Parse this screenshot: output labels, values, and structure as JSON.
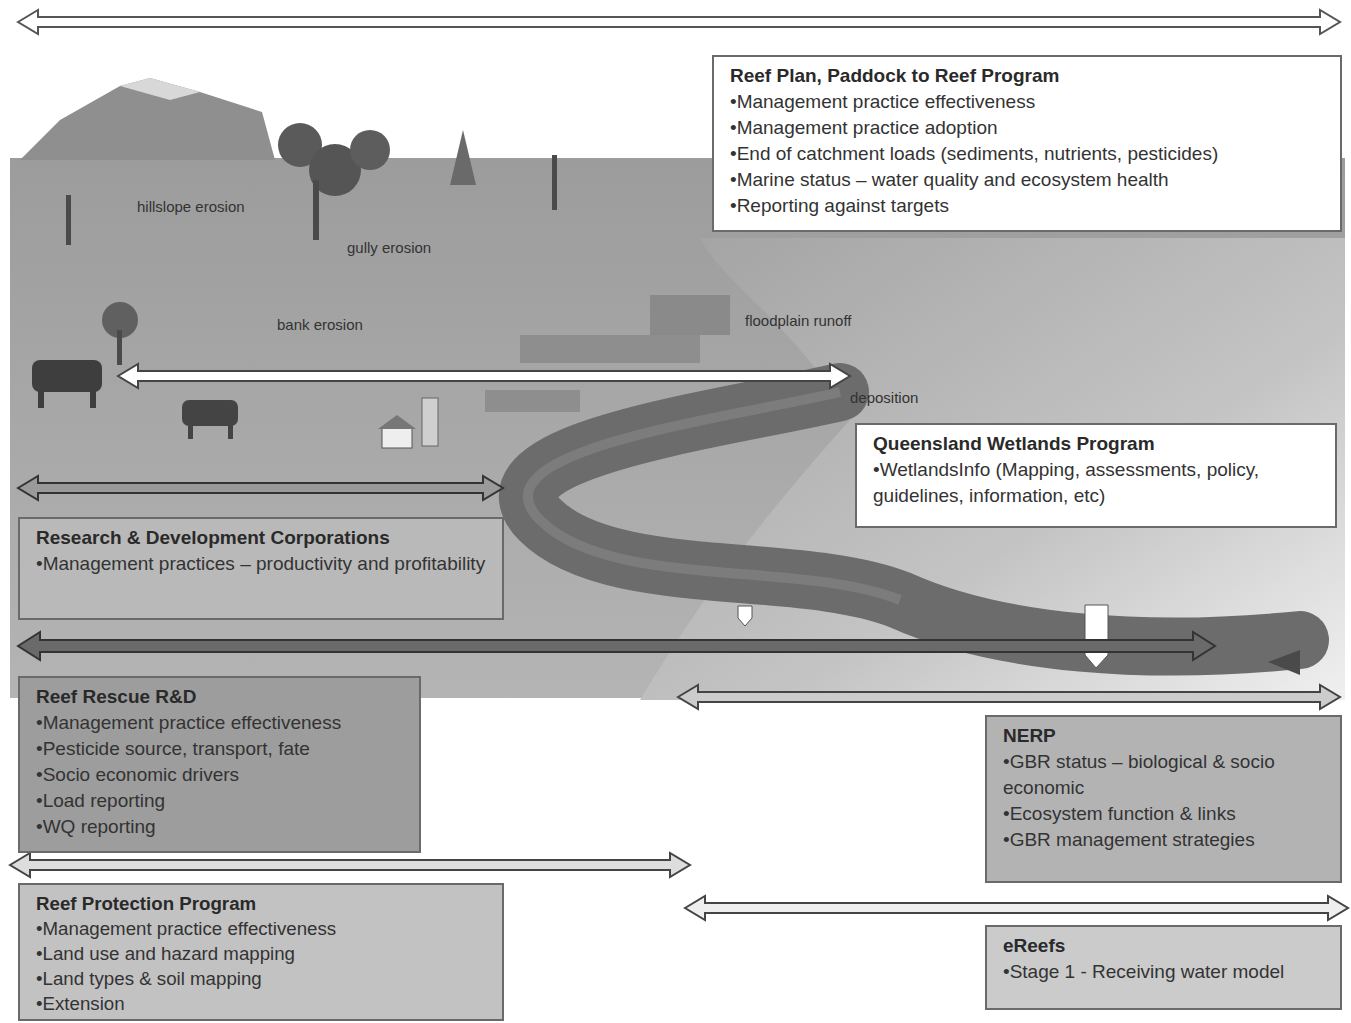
{
  "diagram": {
    "nodes": [
      {
        "text": [
          "Reef Plan, Paddock to Reef Program",
          "•Management practice effectiveness",
          "•Management practice adoption",
          "•End of catchment loads (sediments, nutrients, pesticides)",
          "•Marine status – water quality and ecosystem health",
          "•Reporting against targets"
        ]
      },
      {
        "text": [
          "Queensland Wetlands Program",
          "•WetlandsInfo (Mapping, assessments, policy, guidelines, information, etc)"
        ]
      },
      {
        "text": [
          "Research & Development Corporations",
          "•Management practices – productivity and profitability"
        ]
      },
      {
        "text": [
          "Reef Rescue R&D",
          "•Management practice effectiveness",
          "•Pesticide source, transport, fate",
          "•Socio economic drivers",
          "•Load reporting",
          "•WQ reporting"
        ]
      },
      {
        "text": [
          "NERP",
          "•GBR status – biological & socio economic",
          "•Ecosystem function & links",
          "•GBR management strategies"
        ]
      },
      {
        "text": [
          "Reef Protection Program",
          "•Management practice effectiveness",
          "•Land use and hazard mapping",
          "•Land types & soil mapping",
          "•Extension"
        ]
      },
      {
        "text": [
          "eReefs",
          "•Stage 1 - Receiving water model"
        ]
      }
    ],
    "labels": [
      "hillslope erosion",
      "gully erosion",
      "bank erosion",
      "floodplain runoff",
      "deposition"
    ]
  }
}
